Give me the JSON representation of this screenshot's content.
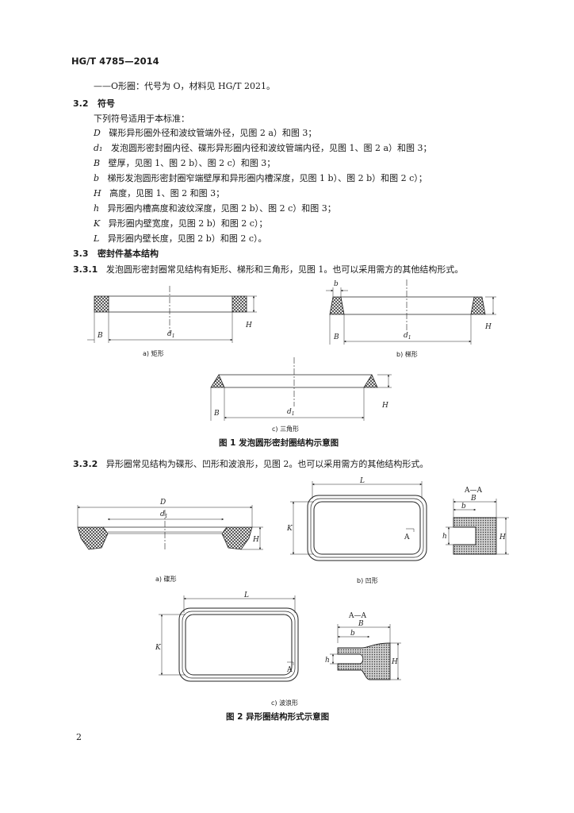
{
  "header": "HG/T 4785—2014",
  "intro_line": "——O形圈：代号为 O，材料见 HG/T 2021。",
  "section_3_2": {
    "number": "3.2",
    "title": "符号",
    "intro": "下列符号适用于本标准："
  },
  "symbols": [
    {
      "sym": "D",
      "text": "碟形异形圈外径和波纹管端外径，见图 2 a）和图 3；"
    },
    {
      "sym": "d₁",
      "text": "发泡圆形密封圈内径、碟形异形圈内径和波纹管端内径，见图 1、图 2 a）和图 3；"
    },
    {
      "sym": "B",
      "text": "壁厚，见图 1、图 2 b）、图 2 c）和图 3；"
    },
    {
      "sym": "b",
      "text": "梯形发泡圆形密封圈窄端壁厚和异形圈内槽深度，见图 1 b）、图 2 b）和图 2 c）；"
    },
    {
      "sym": "H",
      "text": "高度，见图 1、图 2 和图 3；"
    },
    {
      "sym": "h",
      "text": "异形圈内槽高度和波纹深度，见图 2 b）、图 2 c）和图 3；"
    },
    {
      "sym": "K",
      "text": "异形圈内壁宽度，见图 2 b）和图 2 c）；"
    },
    {
      "sym": "L",
      "text": "异形圈内壁长度，见图 2 b）和图 2 c）。"
    }
  ],
  "section_3_3": {
    "number": "3.3",
    "title": "密封件基本结构"
  },
  "clause_3_3_1": {
    "number": "3.3.1",
    "text": "发泡圆形密封圈常见结构有矩形、梯形和三角形，见图 1。也可以采用需方的其他结构形式。"
  },
  "clause_3_3_2": {
    "number": "3.3.2",
    "text": "异形圈常见结构为碟形、凹形和波浪形，见图 2。也可以采用需方的其他结构形式。"
  },
  "fig1": {
    "captions": {
      "a": "a)  矩形",
      "b": "b)  梯形",
      "c": "c)  三角形"
    },
    "title": "图 1   发泡圆形密封圈结构示意图",
    "labels": {
      "B": "B",
      "b": "b",
      "d1": "d",
      "d1_sub": "1",
      "H": "H"
    }
  },
  "fig2": {
    "captions": {
      "a": "a)  碟形",
      "b": "b)  凹形",
      "c": "c)  波浪形"
    },
    "title": "图 2   异形圈结构形式示意图",
    "labels": {
      "D": "D",
      "d1": "d",
      "d1_sub": "1",
      "H": "H",
      "L": "L",
      "K": "K",
      "B": "B",
      "b": "b",
      "h": "h",
      "A": "A",
      "section": "A—A"
    }
  },
  "page_number": "2"
}
